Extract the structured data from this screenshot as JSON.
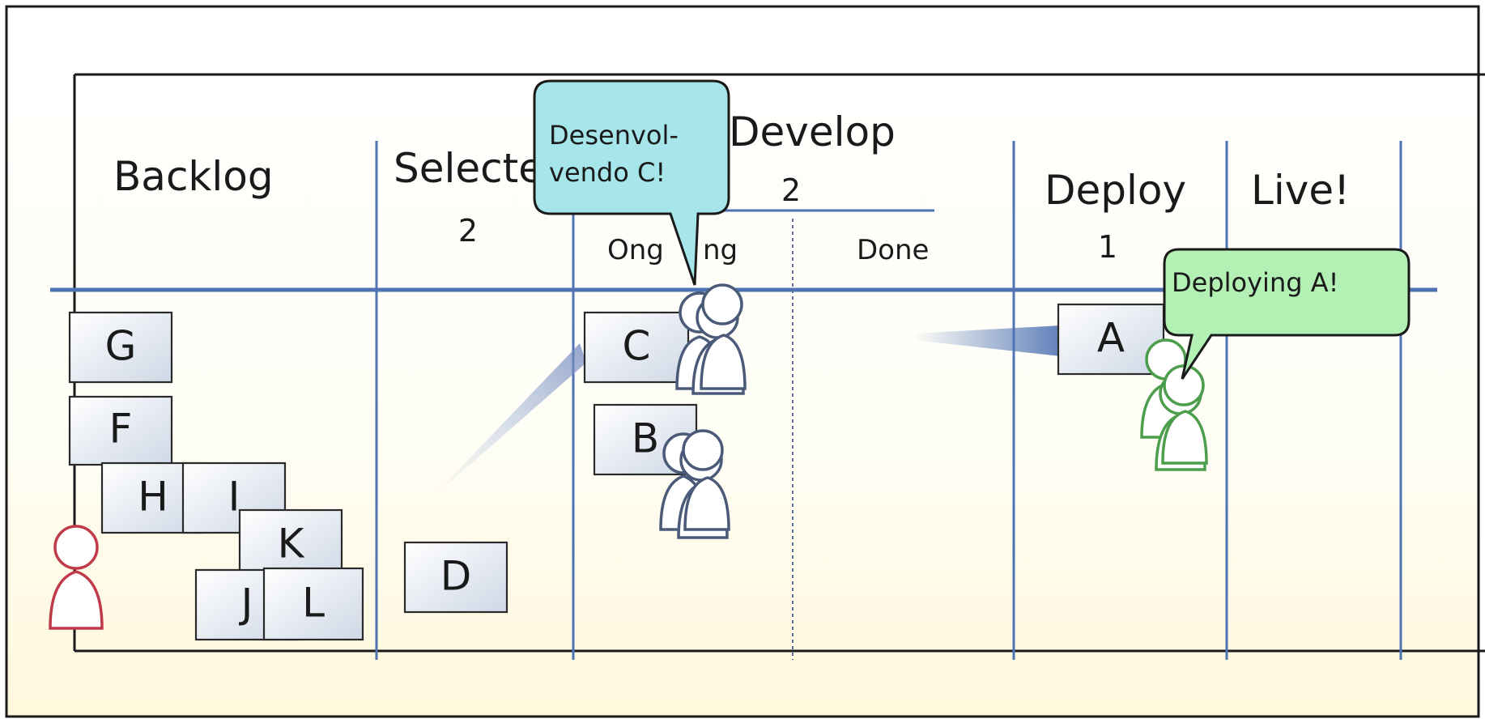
{
  "board": {
    "columns": {
      "backlog": {
        "title": "Backlog"
      },
      "selected": {
        "title": "Selecte",
        "wip": "2"
      },
      "develop": {
        "title": "Develop",
        "wip": "2",
        "ongoing": "Ong",
        "ongoing_tail": "ng",
        "done": "Done"
      },
      "deploy": {
        "title": "Deploy",
        "wip": "1"
      },
      "live": {
        "title": "Live!"
      }
    },
    "cards": {
      "G": "G",
      "F": "F",
      "H": "H",
      "I": "I",
      "K": "K",
      "J": "J",
      "L": "L",
      "D": "D",
      "C": "C",
      "B": "B",
      "A": "A"
    },
    "bubbles": {
      "develop": {
        "line1": "Desenvol-",
        "line2": "vendo C!",
        "color": "#a6e6ea"
      },
      "deploy": {
        "line1": "Deploying A!",
        "color": "#b2f0b4"
      }
    },
    "colors": {
      "frame": "#1a1a1a",
      "grid": "#4f73b3",
      "background_tint": "#fffbe6",
      "person_default": "#4a5a78",
      "person_deploy": "#4c9e4c",
      "person_backlog": "#c03a4a"
    }
  }
}
